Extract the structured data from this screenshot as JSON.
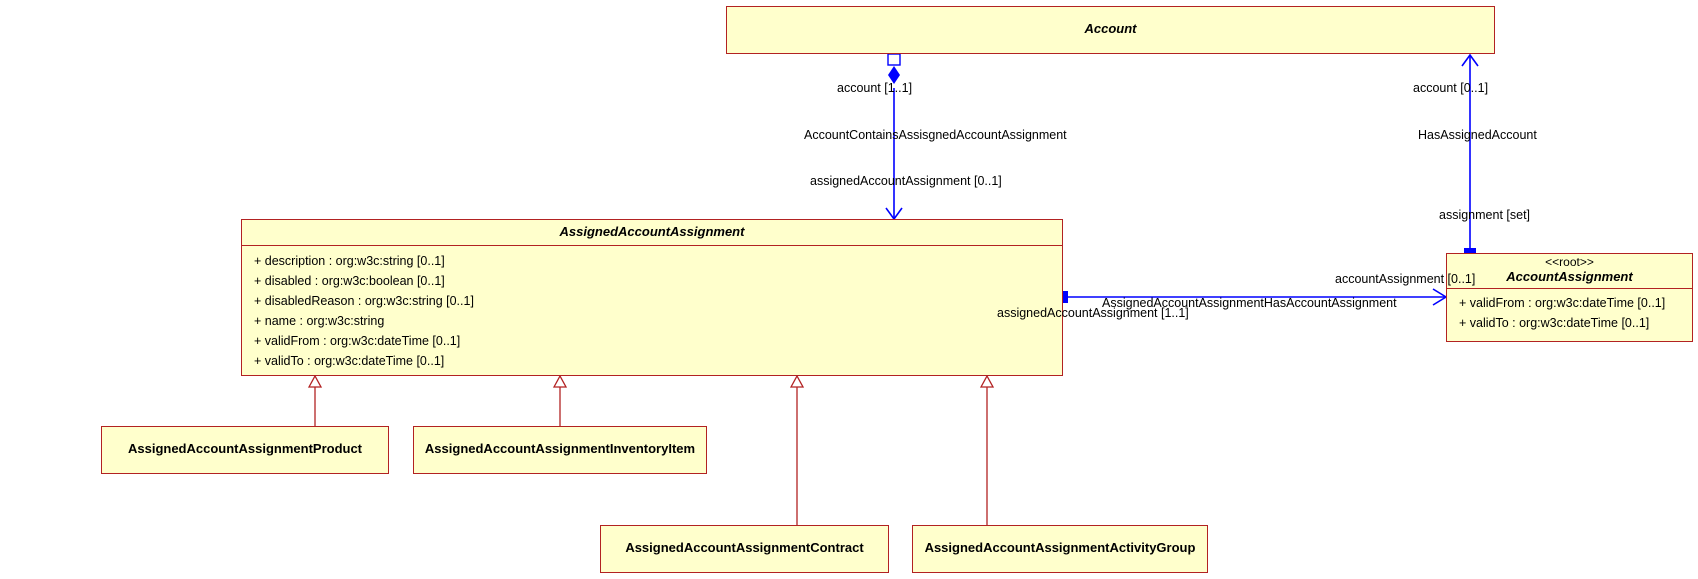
{
  "classes": {
    "account": {
      "name": "Account"
    },
    "assigned": {
      "name": "AssignedAccountAssignment",
      "attributes": [
        "+ description : org:w3c:string [0..1]",
        "+ disabled : org:w3c:boolean [0..1]",
        "+ disabledReason : org:w3c:string [0..1]",
        "+ name : org:w3c:string",
        "+ validFrom : org:w3c:dateTime [0..1]",
        "+ validTo : org:w3c:dateTime [0..1]"
      ]
    },
    "account_assignment": {
      "stereotype": "<<root>>",
      "name": "AccountAssignment",
      "attributes": [
        "+ validFrom : org:w3c:dateTime [0..1]",
        "+ validTo : org:w3c:dateTime [0..1]"
      ]
    },
    "product": {
      "name": "AssignedAccountAssignmentProduct"
    },
    "inventory": {
      "name": "AssignedAccountAssignmentInventoryItem"
    },
    "contract": {
      "name": "AssignedAccountAssignmentContract"
    },
    "activity": {
      "name": "AssignedAccountAssignmentActivityGroup"
    }
  },
  "associations": {
    "contains": {
      "name": "AccountContainsAssisgnedAccountAssignment",
      "source_role": "account [1..1]",
      "target_role": "assignedAccountAssignment [0..1]"
    },
    "has_assigned": {
      "name": "HasAssignedAccount",
      "source_role": "account [0..1]",
      "target_role": "assignment [set]"
    },
    "has_account_assignment": {
      "name": "AssignedAccountAssignmentHasAccountAssignment",
      "source_role": "assignedAccountAssignment [1..1]",
      "target_role": "accountAssignment [0..1]"
    }
  },
  "colors": {
    "class_fill": "#ffffcc",
    "class_border": "#b22222",
    "association": "#0000ff",
    "generalization": "#b22222"
  }
}
